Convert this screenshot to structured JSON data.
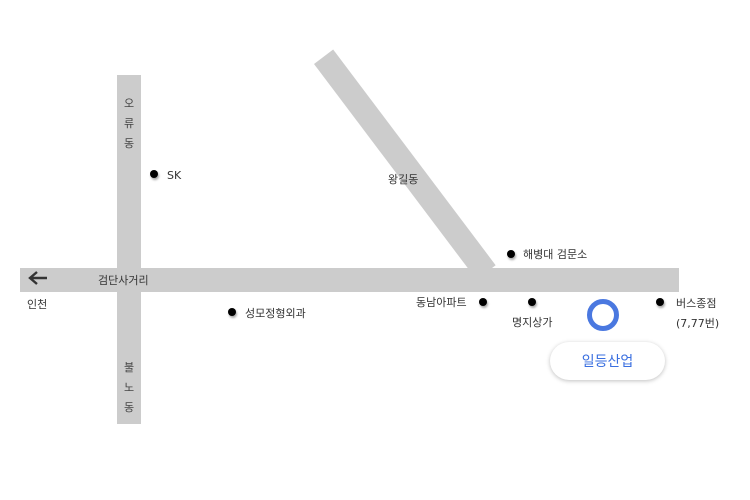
{
  "map": {
    "roads": {
      "main_horizontal": "검단사거리",
      "vertical_north": [
        "오",
        "류",
        "동"
      ],
      "vertical_south": [
        "불",
        "노",
        "동"
      ],
      "diagonal": "왕길동"
    },
    "direction": {
      "icon": "arrow-left-icon",
      "label": "인천"
    },
    "landmarks": [
      {
        "name": "SK"
      },
      {
        "name": "해병대 검문소"
      },
      {
        "name": "동남아파트"
      },
      {
        "name": "명지상가"
      },
      {
        "name": "성모정형외과"
      },
      {
        "name": "버스종점",
        "sub": "(7,77번)"
      }
    ],
    "destination": {
      "label": "일등산업",
      "color": "#4a78e0"
    },
    "colors": {
      "road": "#cccccc",
      "marker": "#4a78e0"
    }
  }
}
